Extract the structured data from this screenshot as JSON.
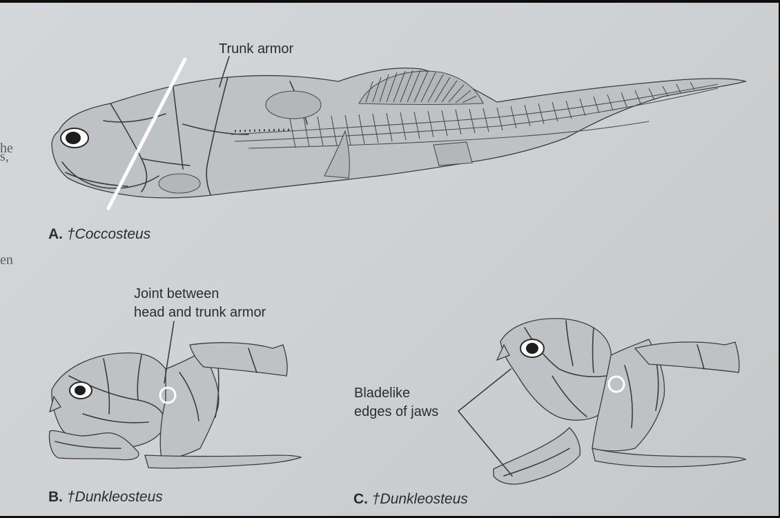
{
  "labels": {
    "trunk_armor": "Trunk armor",
    "joint_line1": "Joint between",
    "joint_line2": "head and trunk armor",
    "bladelike_line1": "Bladelike",
    "bladelike_line2": "edges of jaws"
  },
  "captions": {
    "a_letter": "A.",
    "a_name": "†Coccosteus",
    "b_letter": "B.",
    "b_name": "†Dunkleosteus",
    "c_letter": "C.",
    "c_name": "†Dunkleosteus"
  },
  "margin_text": [
    "he",
    "s,",
    "en"
  ],
  "colors": {
    "page": "#cfd2d4",
    "ink": "#3a3b3d",
    "annotation": "#ffffff"
  }
}
